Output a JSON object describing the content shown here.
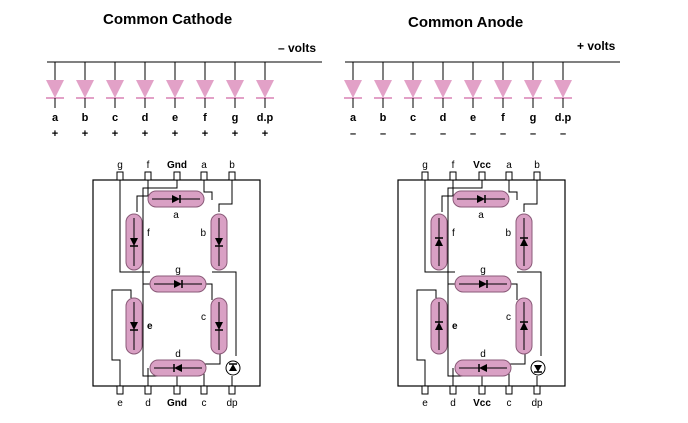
{
  "left": {
    "title": "Common Cathode",
    "rail": "– volts",
    "leds": [
      {
        "label": "a",
        "sign": "+"
      },
      {
        "label": "b",
        "sign": "+"
      },
      {
        "label": "c",
        "sign": "+"
      },
      {
        "label": "d",
        "sign": "+"
      },
      {
        "label": "e",
        "sign": "+"
      },
      {
        "label": "f",
        "sign": "+"
      },
      {
        "label": "g",
        "sign": "+"
      },
      {
        "label": "d.p",
        "sign": "+"
      }
    ],
    "top_pins": [
      "g",
      "f",
      "Gnd",
      "a",
      "b"
    ],
    "bottom_pins": [
      "e",
      "d",
      "Gnd",
      "c",
      "dp"
    ],
    "segments": {
      "a": "a",
      "b": "b",
      "c": "c",
      "d": "d",
      "e": "e",
      "f": "f",
      "g": "g"
    }
  },
  "right": {
    "title": "Common Anode",
    "rail": "+ volts",
    "leds": [
      {
        "label": "a",
        "sign": "–"
      },
      {
        "label": "b",
        "sign": "–"
      },
      {
        "label": "c",
        "sign": "–"
      },
      {
        "label": "d",
        "sign": "–"
      },
      {
        "label": "e",
        "sign": "–"
      },
      {
        "label": "f",
        "sign": "–"
      },
      {
        "label": "g",
        "sign": "–"
      },
      {
        "label": "d.p",
        "sign": "–"
      }
    ],
    "top_pins": [
      "g",
      "f",
      "Vcc",
      "a",
      "b"
    ],
    "bottom_pins": [
      "e",
      "d",
      "Vcc",
      "c",
      "dp"
    ],
    "segments": {
      "a": "a",
      "b": "b",
      "c": "c",
      "d": "d",
      "e": "e",
      "f": "f",
      "g": "g"
    }
  },
  "colors": {
    "led_fill": "#e2a1c7",
    "segment_fill": "#d9a0c4",
    "segment_stroke": "#8a5a78",
    "line": "#000000"
  }
}
